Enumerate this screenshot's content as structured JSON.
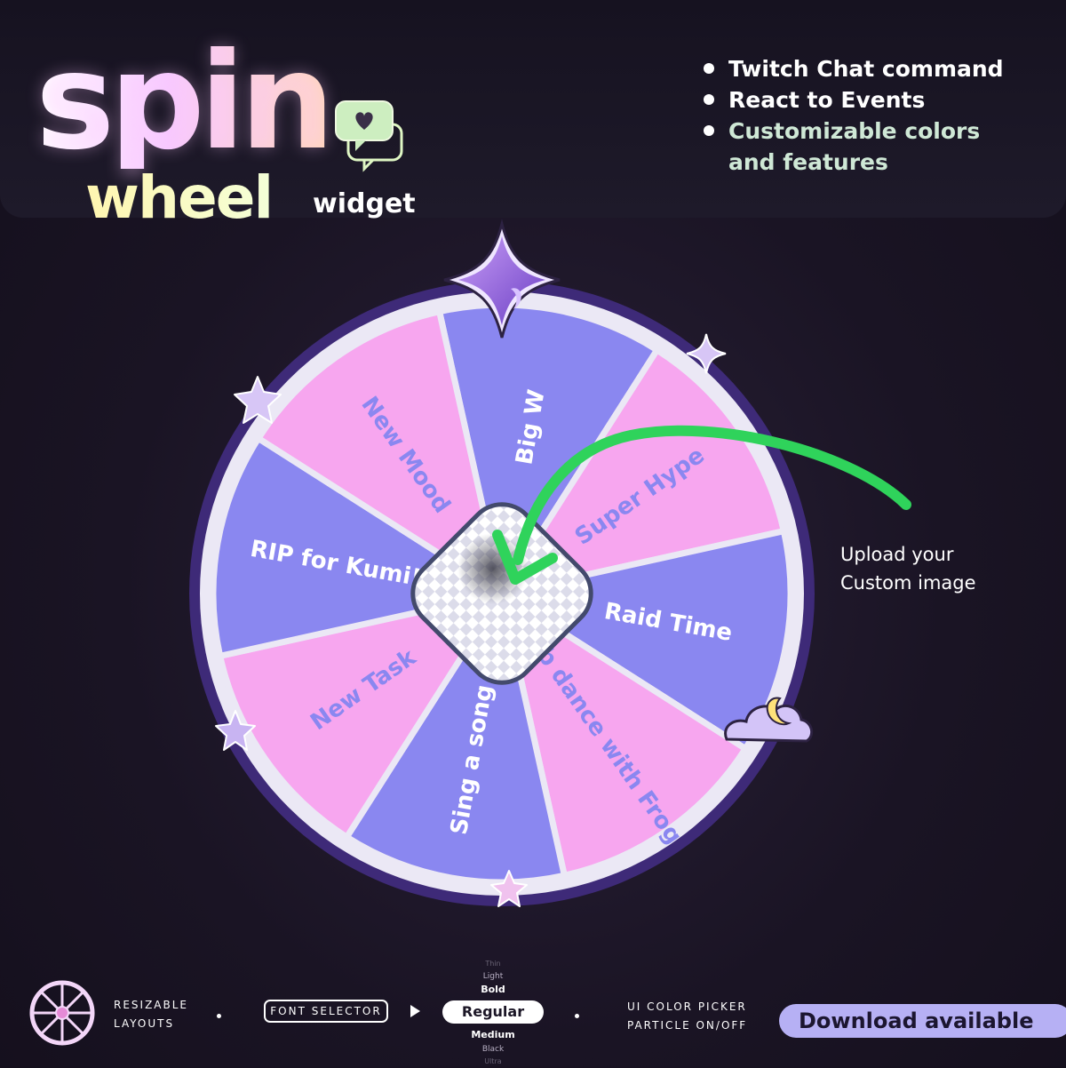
{
  "header": {
    "title_spin": "spin",
    "title_wheel": "wheel",
    "title_widget": "widget",
    "features": [
      {
        "text": "Twitch Chat command"
      },
      {
        "text": "React to Events"
      },
      {
        "text": "Customizable colors"
      },
      {
        "text": "and features",
        "continuation": true
      }
    ]
  },
  "wheel": {
    "colors": {
      "pink": "#f7a6ef",
      "periwinkle": "#8a87f0",
      "rim": "#ebe8f5",
      "outline": "#3e2a78"
    },
    "segments": [
      {
        "label": "Big W",
        "color": "periwinkle"
      },
      {
        "label": "Super Hype",
        "color": "pink"
      },
      {
        "label": "Raid Time",
        "color": "periwinkle"
      },
      {
        "label": "Dab dance with Frog",
        "color": "pink"
      },
      {
        "label": "Sing a song",
        "color": "periwinkle"
      },
      {
        "label": "New Task",
        "color": "pink"
      },
      {
        "label": "RIP for Kumi!",
        "color": "periwinkle"
      },
      {
        "label": "New Mood",
        "color": "pink"
      }
    ]
  },
  "annotation": {
    "upload_line1": "Upload your",
    "upload_line2": "Custom image",
    "arrow_color": "#2fd35b"
  },
  "footer": {
    "resizable_line1": "RESIZABLE",
    "resizable_line2": "LAYOUTS",
    "font_selector": "FONT SELECTOR",
    "font_weights": {
      "thin": "Thin",
      "light": "Light",
      "bold": "Bold",
      "regular": "Regular",
      "medium": "Medium",
      "black": "Black",
      "ultra": "Ultra"
    },
    "ui_color_picker": "UI COLOR PICKER",
    "particle_toggle": "PARTICLE ON/OFF",
    "download": "Download available"
  }
}
